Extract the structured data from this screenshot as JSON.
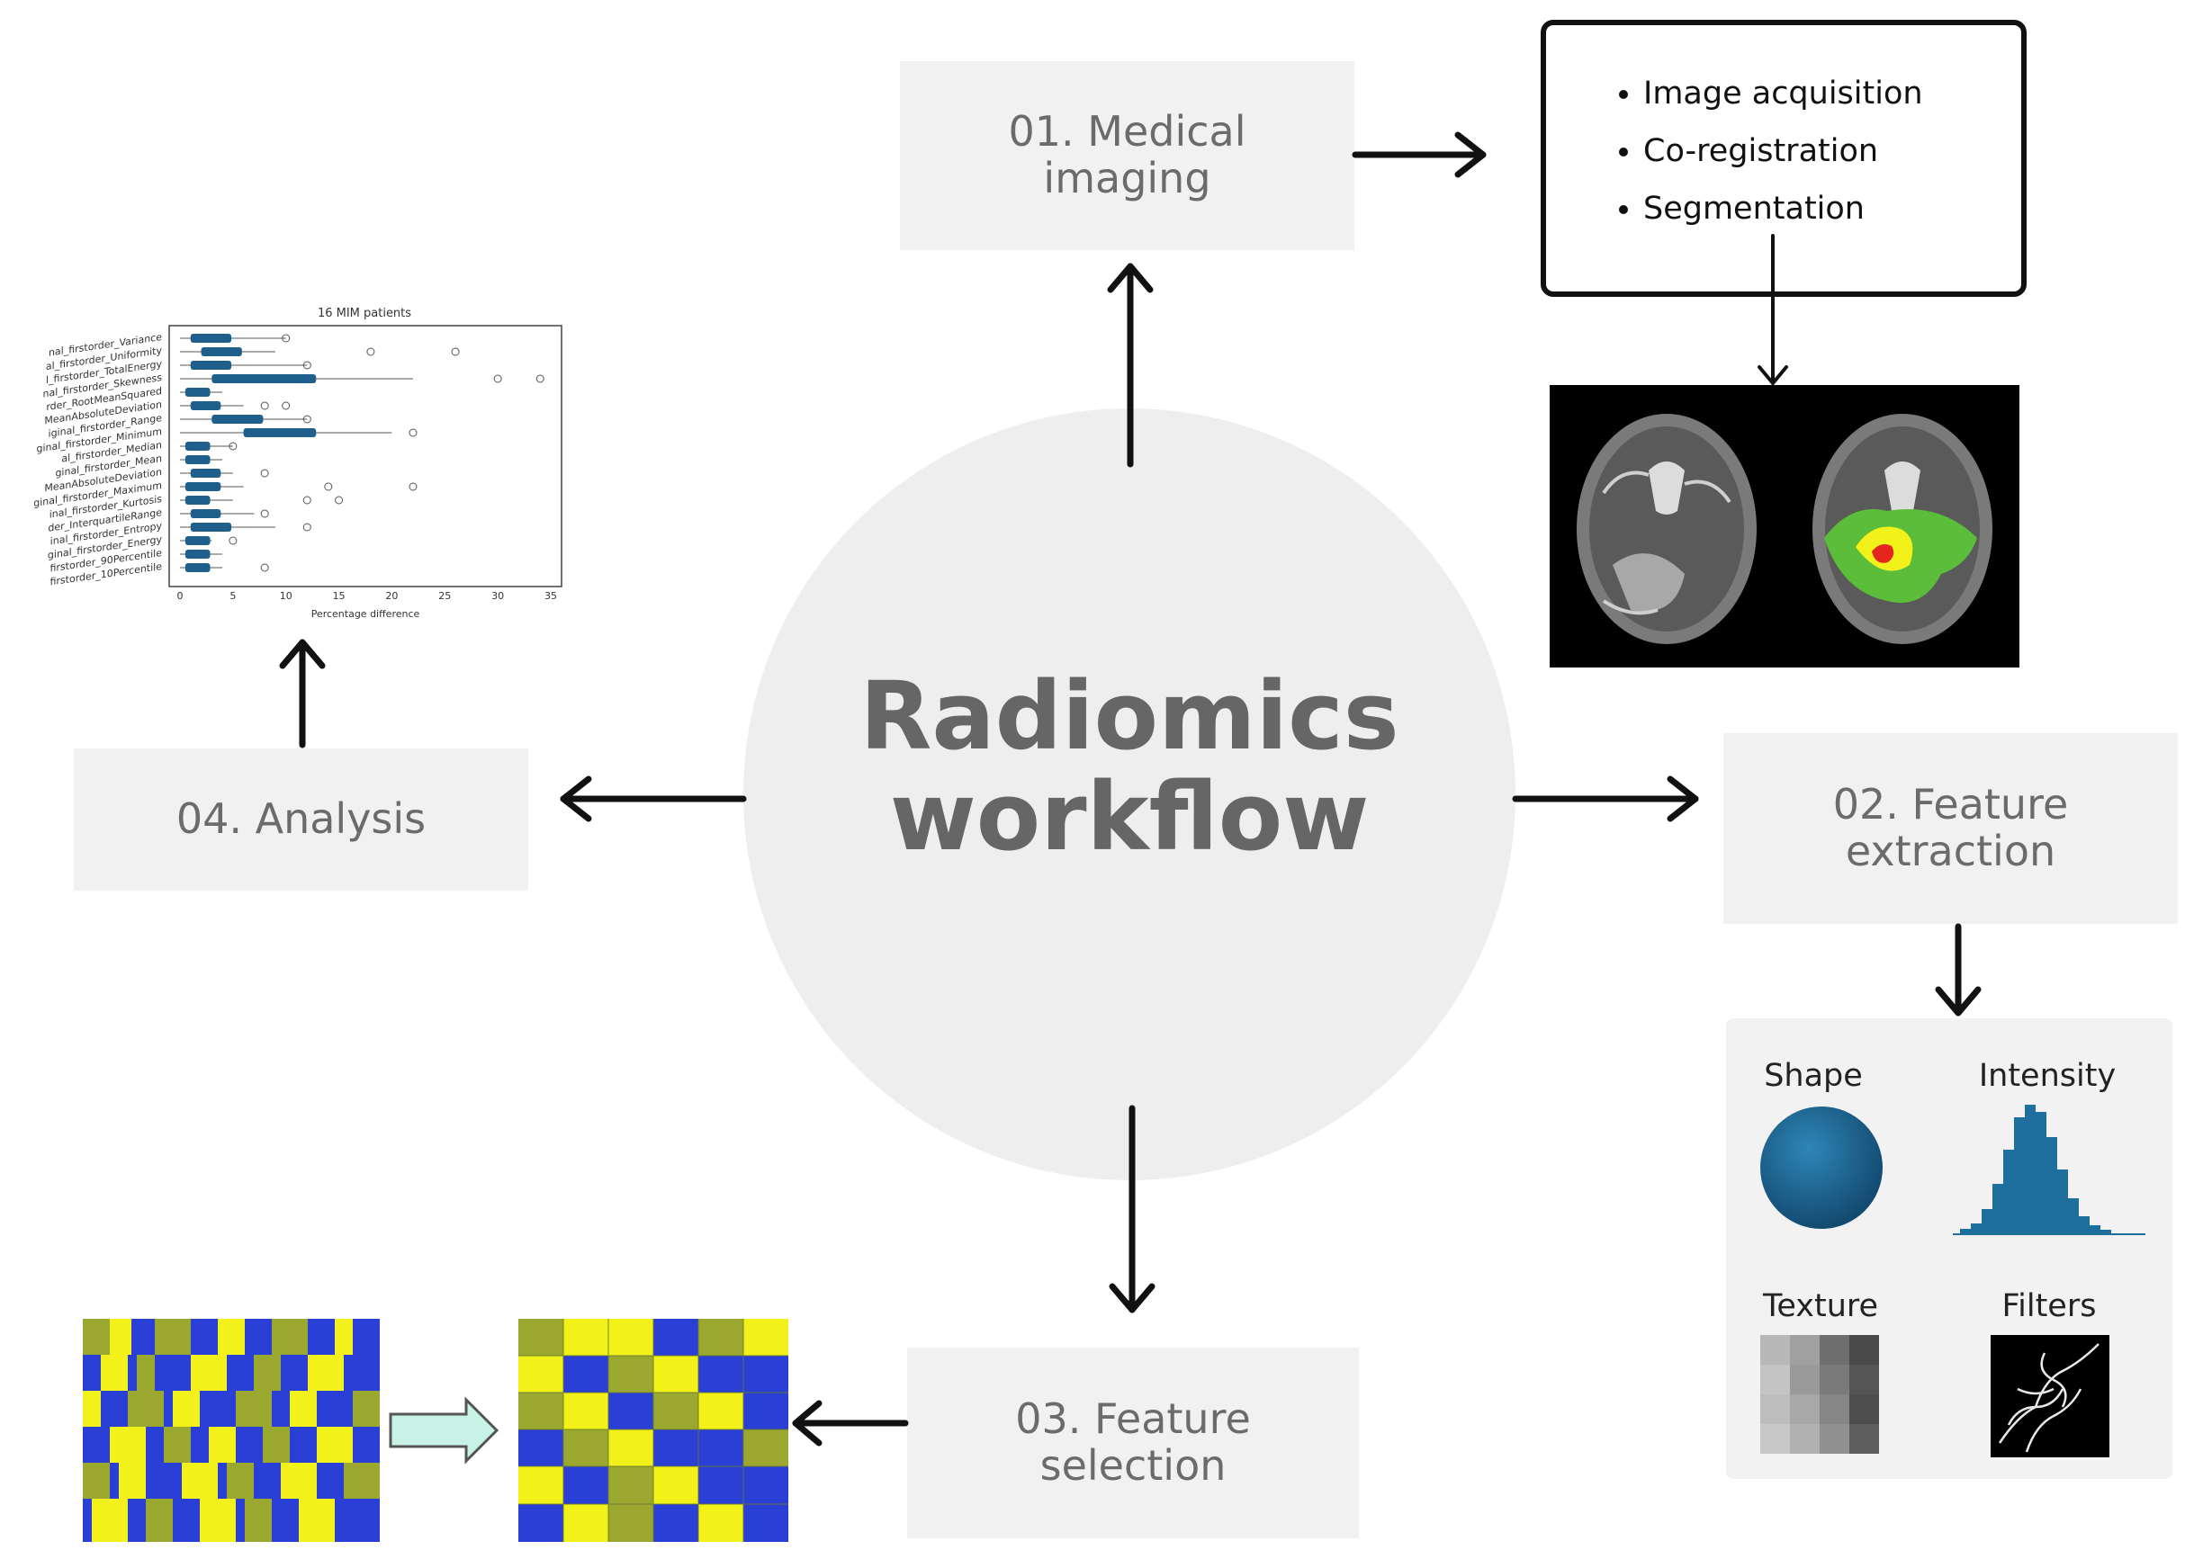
{
  "title": "Radiomics\nworkflow",
  "steps": {
    "medical_imaging": "01.  Medical\nimaging",
    "feature_extraction": "02. Feature\nextraction",
    "feature_selection": "03. Feature\nselection",
    "analysis": "04. Analysis"
  },
  "preprocessing": [
    "Image acquisition",
    "Co-registration",
    "Segmentation"
  ],
  "feature_types": {
    "shape": "Shape",
    "intensity": "Intensity",
    "texture": "Texture",
    "filters": "Filters"
  },
  "analysis_plot": {
    "title": "16 MIM patients",
    "xlabel": "Percentage difference",
    "xticks": [
      "0",
      "5",
      "10",
      "15",
      "20",
      "25",
      "30",
      "35"
    ],
    "features": [
      "nal_firstorder_Variance",
      "al_firstorder_Uniformity",
      "l_firstorder_TotalEnergy",
      "nal_firstorder_Skewness",
      "rder_RootMeanSquared",
      "MeanAbsoluteDeviation",
      "iginal_firstorder_Range",
      "ginal_firstorder_Minimum",
      "al_firstorder_Median",
      "ginal_firstorder_Mean",
      "MeanAbsoluteDeviation",
      "ginal_firstorder_Maximum",
      "inal_firstorder_Kurtosis",
      "der_InterquartileRange",
      "inal_firstorder_Entropy",
      "ginal_firstorder_Energy",
      "firstorder_90Percentile",
      "firstorder_10Percentile"
    ]
  },
  "colors": {
    "step_bg": "#f0f1f0",
    "step_text": "#6b6b6b",
    "circle": "#eeeeee",
    "accent_blue": "#1f5f8b",
    "heatmap_blue": "#2a3fd6",
    "heatmap_yellow": "#f2f21a",
    "heatmap_olive": "#9aa830",
    "arrow_fill": "#c9f2e6"
  }
}
